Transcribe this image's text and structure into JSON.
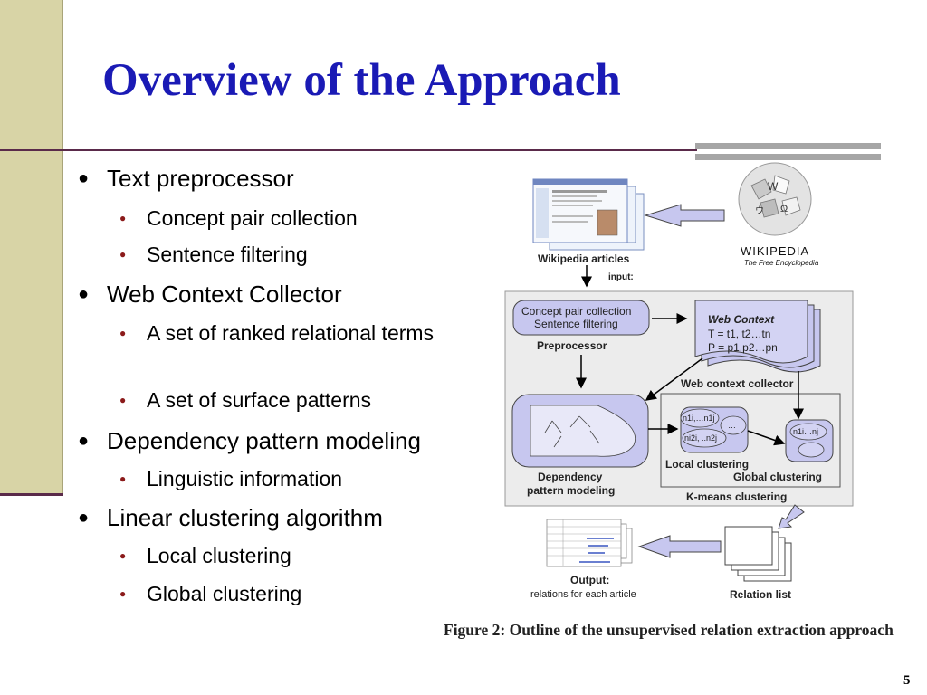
{
  "slide": {
    "title": "Overview of the Approach",
    "page_number": "5"
  },
  "bullets": [
    {
      "text": "Text preprocessor",
      "sub": [
        "Concept pair collection",
        "Sentence filtering"
      ]
    },
    {
      "text": "Web Context Collector",
      "sub": [
        "A set of ranked relational terms",
        "A set of surface patterns"
      ]
    },
    {
      "text": "Dependency pattern modeling",
      "sub": [
        "Linguistic information"
      ]
    },
    {
      "text": "Linear clustering algorithm",
      "sub": [
        "Local clustering",
        "Global clustering"
      ]
    }
  ],
  "figure": {
    "wikipedia_articles_label": "Wikipedia articles",
    "input_label": "input:",
    "wikipedia_logo_name": "WIKIPEDIA",
    "wikipedia_logo_tagline": "The Free Encyclopedia",
    "preprocessor_box_line1": "Concept pair collection",
    "preprocessor_box_line2": "Sentence filtering",
    "preprocessor_label": "Preprocessor",
    "web_context_title": "Web Context",
    "web_context_line1": "T = t1, t2…tn",
    "web_context_line2": "P =  p1,p2…pn",
    "web_context_collector_label": "Web context collector",
    "local_cluster_1": "n1i,…n1j",
    "local_cluster_2": "ni2i, ..n2j",
    "local_cluster_3": "…",
    "global_cluster_1": "n1i…nj",
    "global_cluster_2": "…",
    "local_clustering_label": "Local clustering",
    "global_clustering_label": "Global clustering",
    "dependency_label_line1": "Dependency",
    "dependency_label_line2": "pattern modeling",
    "kmeans_label": "K-means clustering",
    "output_label": "Output:",
    "output_sublabel": "relations for each article",
    "relation_list_label": "Relation list",
    "caption": "Figure 2:  Outline of the unsupervised relation extraction approach"
  }
}
